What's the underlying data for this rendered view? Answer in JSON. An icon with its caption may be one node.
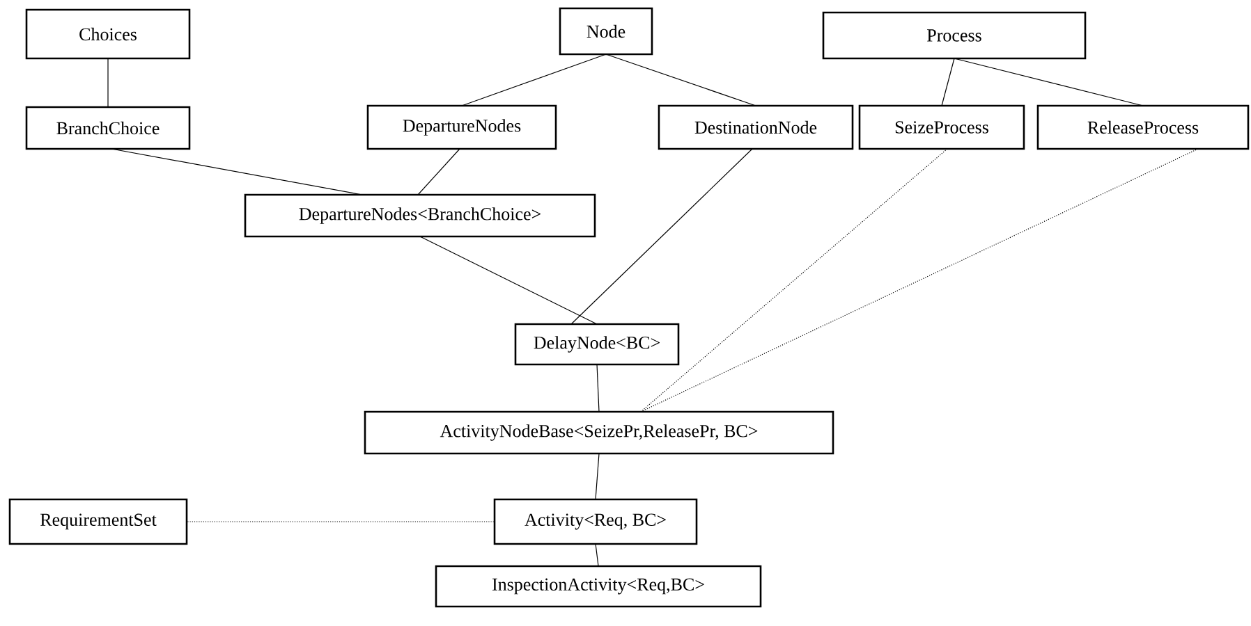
{
  "diagram": {
    "nodes": [
      {
        "text": [
          "Choices"
        ]
      },
      {
        "text": [
          "Node"
        ]
      },
      {
        "text": [
          "Process"
        ]
      },
      {
        "text": [
          "BranchChoice"
        ]
      },
      {
        "text": [
          "DepartureNodes"
        ]
      },
      {
        "text": [
          "DestinationNode"
        ]
      },
      {
        "text": [
          "SeizeProcess"
        ]
      },
      {
        "text": [
          "ReleaseProcess"
        ]
      },
      {
        "text": [
          "DepartureNodes<BranchChoice>"
        ]
      },
      {
        "text": [
          "DelayNode<BC>"
        ]
      },
      {
        "text": [
          "ActivityNodeBase<SeizePr,ReleasePr, BC>"
        ]
      },
      {
        "text": [
          "RequirementSet"
        ]
      },
      {
        "text": [
          "Activity<Req, BC>"
        ]
      },
      {
        "text": [
          "InspectionActivity<Req,BC>"
        ]
      }
    ],
    "edges": [
      {
        "from": 0,
        "to": 3,
        "arrow": "none"
      },
      {
        "from": 1,
        "to": 4,
        "arrow": "none"
      },
      {
        "from": 1,
        "to": 5,
        "arrow": "none"
      },
      {
        "from": 2,
        "to": 6,
        "arrow": "none"
      },
      {
        "from": 2,
        "to": 7,
        "arrow": "none"
      },
      {
        "from": 3,
        "to": 8,
        "arrow": "none"
      },
      {
        "from": 4,
        "to": 8,
        "arrow": "none"
      },
      {
        "from": 8,
        "to": 9,
        "arrow": "none"
      },
      {
        "from": 5,
        "to": 9,
        "arrow": "none"
      },
      {
        "from": 6,
        "to": 10,
        "arrow": "none",
        "style": "dashed"
      },
      {
        "from": 7,
        "to": 10,
        "arrow": "none",
        "style": "dashed"
      },
      {
        "from": 9,
        "to": 10,
        "arrow": "none"
      },
      {
        "from": 10,
        "to": 12,
        "arrow": "none"
      },
      {
        "from": 11,
        "to": 12,
        "arrow": "none",
        "style": "dashed"
      },
      {
        "from": 12,
        "to": 13,
        "arrow": "none"
      }
    ]
  }
}
